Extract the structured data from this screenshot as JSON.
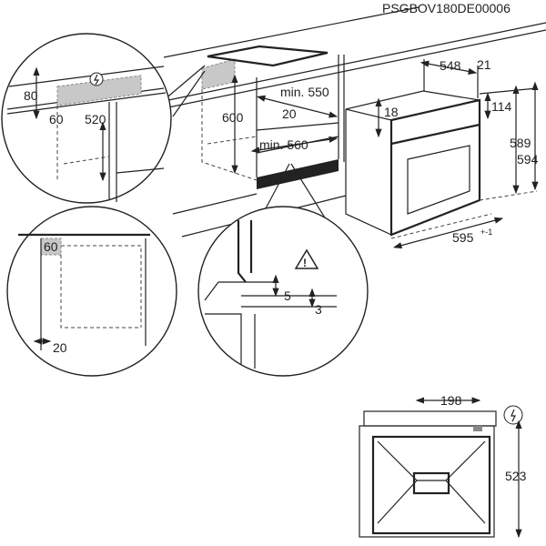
{
  "doc_code": "PSGBOV180DE00006",
  "icons": [
    "electrical-connection-icon",
    "warning-triangle-icon"
  ],
  "detail_top_left": {
    "dim_80": "80",
    "dim_60": "60",
    "dim_520": "520"
  },
  "cabinet": {
    "dim_600": "600",
    "min_550": "min. 550",
    "dim_20": "20",
    "min_560": "min. 560"
  },
  "oven": {
    "dim_548": "548",
    "dim_21": "21",
    "dim_18": "18",
    "dim_114": "114",
    "dim_589": "589",
    "dim_594": "594",
    "dim_595": "595",
    "tolerance": "+-1"
  },
  "detail_bottom_left": {
    "dim_60": "60",
    "dim_20": "20"
  },
  "detail_center": {
    "dim_5": "5",
    "dim_3": "3"
  },
  "rear_view": {
    "dim_198": "198",
    "dim_523": "523"
  }
}
